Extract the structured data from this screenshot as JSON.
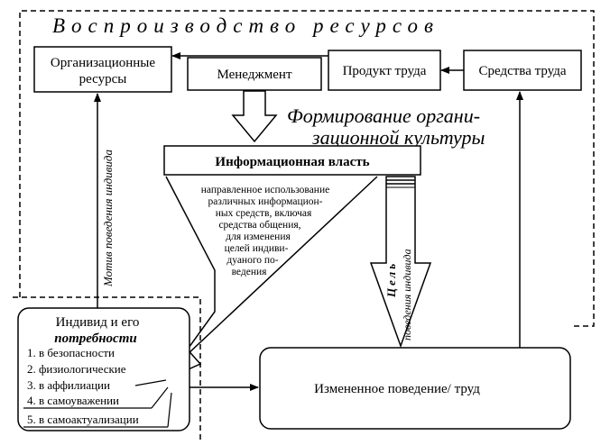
{
  "title": "Воспроизводство ресурсов",
  "formation": [
    "Формирование органи-",
    "зационной культуры"
  ],
  "boxes": {
    "org_resources": [
      "Организационные",
      "ресурсы"
    ],
    "management": "Менеджмент",
    "product": "Продукт труда",
    "means": "Средства труда",
    "info_power": "Информационная власть",
    "changed_behavior": "Измененное поведение/ труд"
  },
  "info_power_description": [
    "направленное использование",
    "различных информацион-",
    "ных средств, включая",
    "средства общения,",
    "для изменения",
    "целей индиви-",
    "дуаного по-",
    "ведения"
  ],
  "motive_label": "Мотив поведения индивида",
  "goal_label_word": "Цель",
  "goal_label_rest": "поведения индивида",
  "individual": {
    "title": "Индивид и его",
    "subtitle": "потребности",
    "needs": [
      "1. в безопасности",
      "2. физиологические",
      "3. в аффилиации",
      "4. в самоуважении",
      "5. в самоактуализации"
    ]
  }
}
